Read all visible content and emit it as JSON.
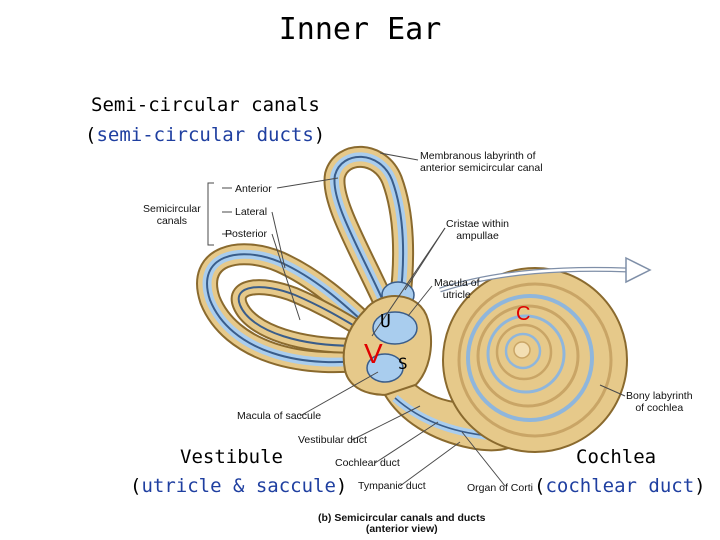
{
  "title": "Inner Ear",
  "slide_labels": {
    "semicircular_title": "Semi-circular canals",
    "semicircular_open": "(",
    "semicircular_blue": "semi-circular ducts",
    "semicircular_close": ")",
    "vestibule_title": "Vestibule",
    "vestibule_open": "(",
    "vestibule_blue": "utricle & saccule",
    "vestibule_close": ")",
    "cochlea_title": "Cochlea",
    "cochlea_open": "(",
    "cochlea_blue": "cochlear duct",
    "cochlea_close": ")"
  },
  "markers": {
    "u": "U",
    "s": "S",
    "v": "V",
    "c": "C"
  },
  "figure_labels": {
    "membranous_1": "Membranous labyrinth of",
    "membranous_2": "anterior semicircular canal",
    "semicircular_1": "Semicircular",
    "semicircular_2": "canals",
    "anterior": "Anterior",
    "lateral": "Lateral",
    "posterior": "Posterior",
    "cristae_1": "Cristae within",
    "cristae_2": "ampullae",
    "macula_utricle_1": "Macula of",
    "macula_utricle_2": "utricle",
    "bony_1": "Bony labyrinth",
    "bony_2": "of cochlea",
    "macula_saccule": "Macula of saccule",
    "vestibular_duct": "Vestibular duct",
    "cochlear_duct": "Cochlear duct",
    "tympanic_duct": "Tympanic duct",
    "organ_corti": "Organ of Corti",
    "caption_1": "(b) Semicircular canals and ducts",
    "caption_2": "(anterior view)"
  },
  "colors": {
    "bone": "#e6c98a",
    "bone_edge": "#8a6a2e",
    "membrane": "#a9cdee",
    "duct": "#3a5d8a",
    "marker_red": "#e00000",
    "text_blue": "#1f3fa0"
  }
}
